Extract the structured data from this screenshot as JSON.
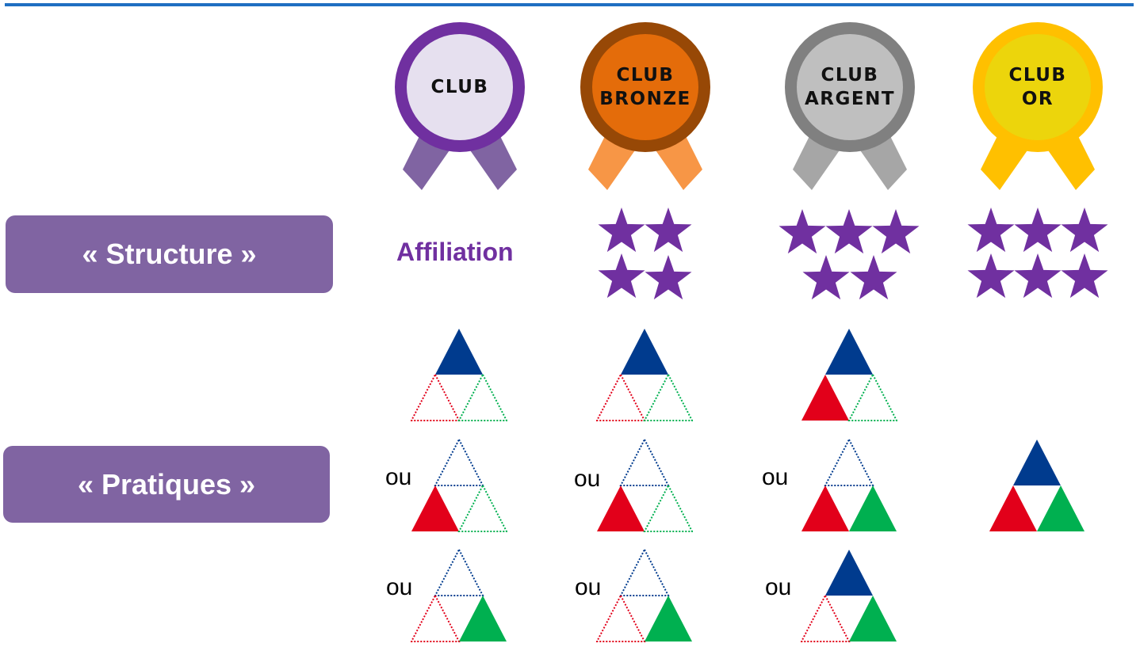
{
  "colors": {
    "row_label_bg": "#8064a2",
    "star": "#7030a0",
    "affiliation_text": "#7030a0",
    "triangle_blue": "#003b8e",
    "triangle_red": "#e2001a",
    "triangle_green": "#00b050"
  },
  "rows": {
    "structure": "« Structure »",
    "pratiques": "« Pratiques »"
  },
  "badges": [
    {
      "label": "CLUB",
      "outer": "#7030a0",
      "inner": "#e6e0ef",
      "ribbon": "#8064a2"
    },
    {
      "label": "CLUB\nBRONZE",
      "outer": "#974806",
      "inner": "#e46c0a",
      "ribbon": "#f79646"
    },
    {
      "label": "CLUB\nARGENT",
      "outer": "#808080",
      "inner": "#bfbfbf",
      "ribbon": "#a6a6a6"
    },
    {
      "label": "CLUB\nOR",
      "outer": "#ffc000",
      "inner": "#ecd50c",
      "ribbon": "#ffc000"
    }
  ],
  "structure": {
    "affiliation": "Affiliation",
    "stars": [
      0,
      4,
      5,
      6
    ]
  },
  "connector": "ou",
  "practice_icons": {
    "club": [
      [
        "blue"
      ],
      [
        "red"
      ],
      [
        "green"
      ]
    ],
    "bronze": [
      [
        "blue"
      ],
      [
        "red"
      ],
      [
        "green"
      ]
    ],
    "argent": [
      [
        "blue",
        "red"
      ],
      [
        "red",
        "green"
      ],
      [
        "blue",
        "green"
      ]
    ],
    "or": [
      [
        "blue",
        "red",
        "green"
      ]
    ]
  }
}
